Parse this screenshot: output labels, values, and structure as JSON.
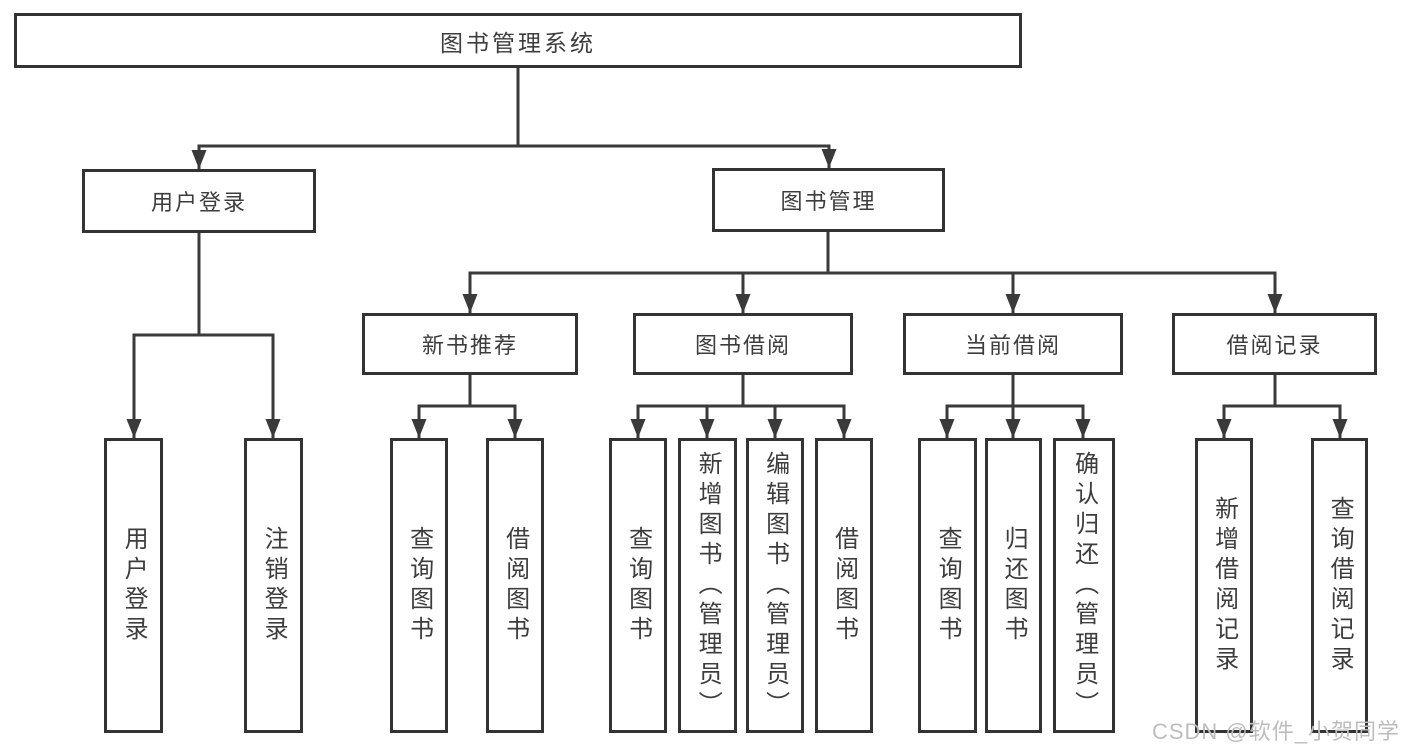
{
  "diagram": {
    "title": "图书管理系统",
    "root": {
      "label": "图书管理系统"
    },
    "level2": [
      {
        "id": "user-login",
        "label": "用户登录"
      },
      {
        "id": "book-management",
        "label": "图书管理"
      }
    ],
    "level3": [
      {
        "id": "new-book-recommend",
        "label": "新书推荐"
      },
      {
        "id": "book-borrowing",
        "label": "图书借阅"
      },
      {
        "id": "current-borrowing",
        "label": "当前借阅"
      },
      {
        "id": "borrowing-records",
        "label": "借阅记录"
      }
    ],
    "leaves": {
      "user_login": [
        {
          "label": "用户登录"
        },
        {
          "label": "注销登录"
        }
      ],
      "new_book_recommend": [
        {
          "label": "查询图书"
        },
        {
          "label": "借阅图书"
        }
      ],
      "book_borrowing": [
        {
          "label": "查询图书"
        },
        {
          "label": "新增图书（管理员）"
        },
        {
          "label": "编辑图书（管理员）"
        },
        {
          "label": "借阅图书"
        }
      ],
      "current_borrowing": [
        {
          "label": "查询图书"
        },
        {
          "label": "归还图书"
        },
        {
          "label": "确认归还（管理员）"
        }
      ],
      "borrowing_records": [
        {
          "label": "新增借阅记录"
        },
        {
          "label": "查询借阅记录"
        }
      ]
    }
  },
  "watermark": {
    "text": "CSDN @软件_小贺同学"
  },
  "colors": {
    "line": "#3a3a3a",
    "box_border": "#333333",
    "text": "#3d3d3d",
    "watermark": "#bdbdbd",
    "background": "#ffffff"
  }
}
